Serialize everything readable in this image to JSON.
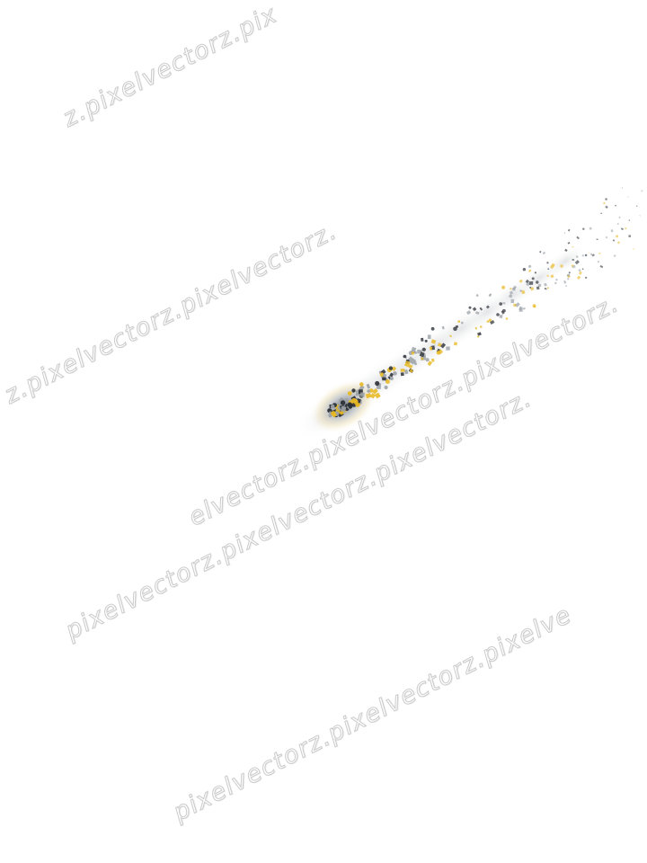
{
  "watermark": {
    "text_1": "z.pixelvectorz.pix",
    "text_2": "z.pixelvectorz.pixelvectorz.",
    "text_3": "elvectorz.pixelvectorz.pixelvectorz.",
    "text_4": "pixelvectorz.pixelvectorz.pixelvectorz.",
    "text_5": "pixelvectorz.pixelvectorz.pixelve"
  },
  "colors": {
    "background": "#ffffff",
    "particle_dark": "#2b2f36",
    "particle_grey": "#9aa0a6",
    "particle_gold": "#e8b923"
  },
  "subject": "gold-and-silver-particle-burst"
}
